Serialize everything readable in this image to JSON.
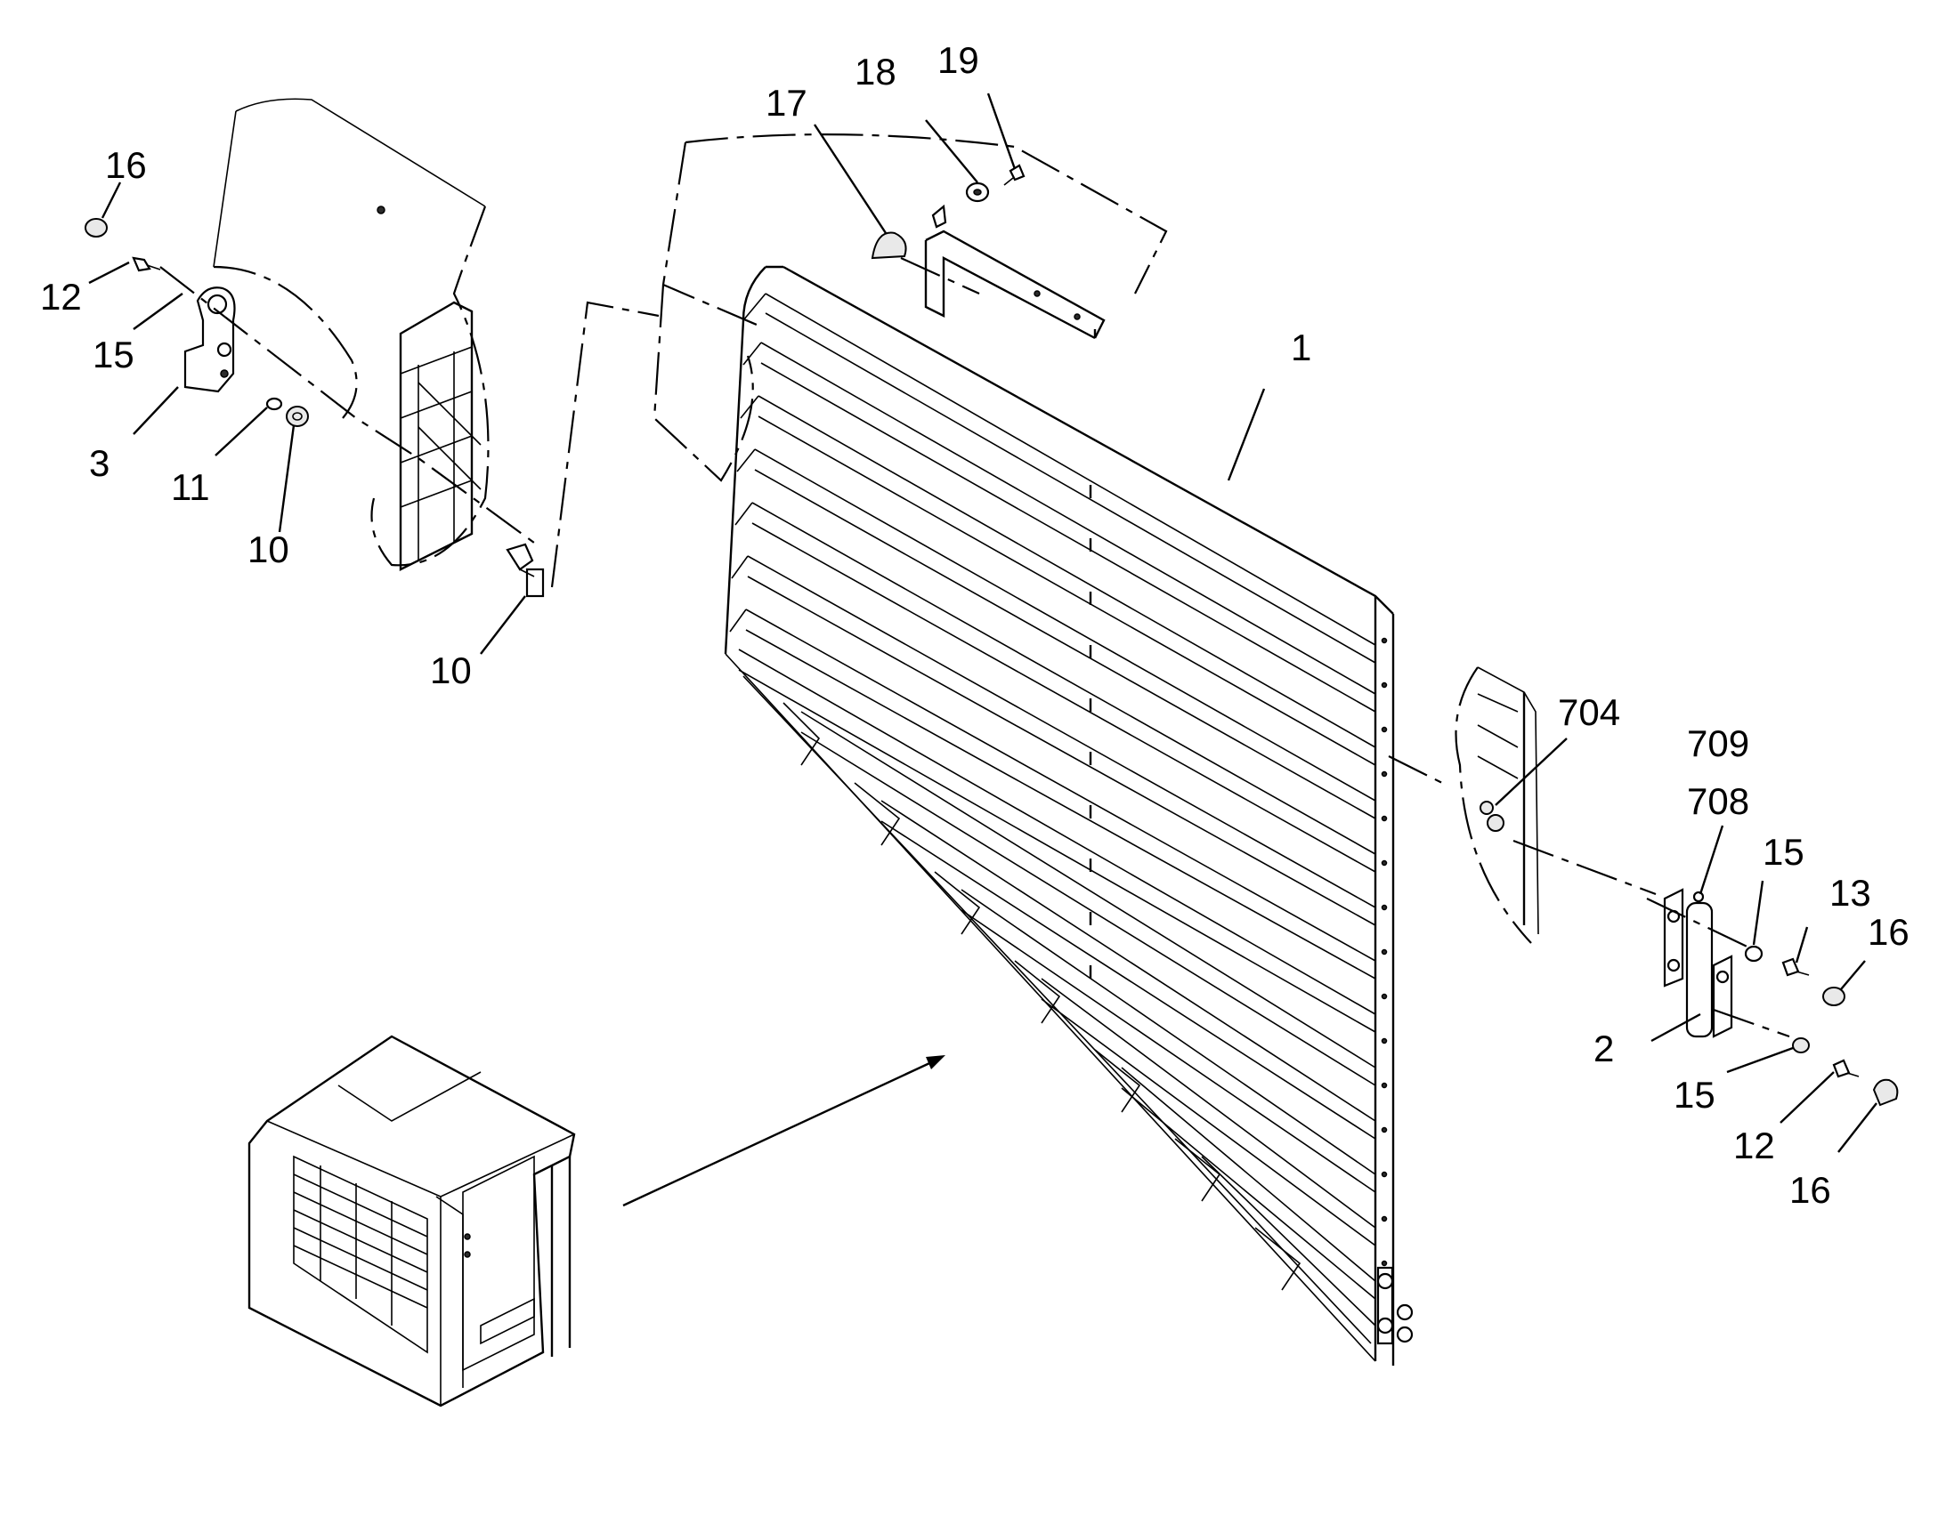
{
  "callouts": [
    {
      "id": "c1",
      "text": "1"
    },
    {
      "id": "c2",
      "text": "2"
    },
    {
      "id": "c3",
      "text": "3"
    },
    {
      "id": "c10a",
      "text": "10"
    },
    {
      "id": "c10b",
      "text": "10"
    },
    {
      "id": "c11",
      "text": "11"
    },
    {
      "id": "c12a",
      "text": "12"
    },
    {
      "id": "c12b",
      "text": "12"
    },
    {
      "id": "c13",
      "text": "13"
    },
    {
      "id": "c15a",
      "text": "15"
    },
    {
      "id": "c15b",
      "text": "15"
    },
    {
      "id": "c15c",
      "text": "15"
    },
    {
      "id": "c16a",
      "text": "16"
    },
    {
      "id": "c16b",
      "text": "16"
    },
    {
      "id": "c16c",
      "text": "16"
    },
    {
      "id": "c17",
      "text": "17"
    },
    {
      "id": "c18",
      "text": "18"
    },
    {
      "id": "c19",
      "text": "19"
    },
    {
      "id": "c704",
      "text": "704"
    },
    {
      "id": "c708",
      "text": "708"
    },
    {
      "id": "c709",
      "text": "709"
    }
  ]
}
